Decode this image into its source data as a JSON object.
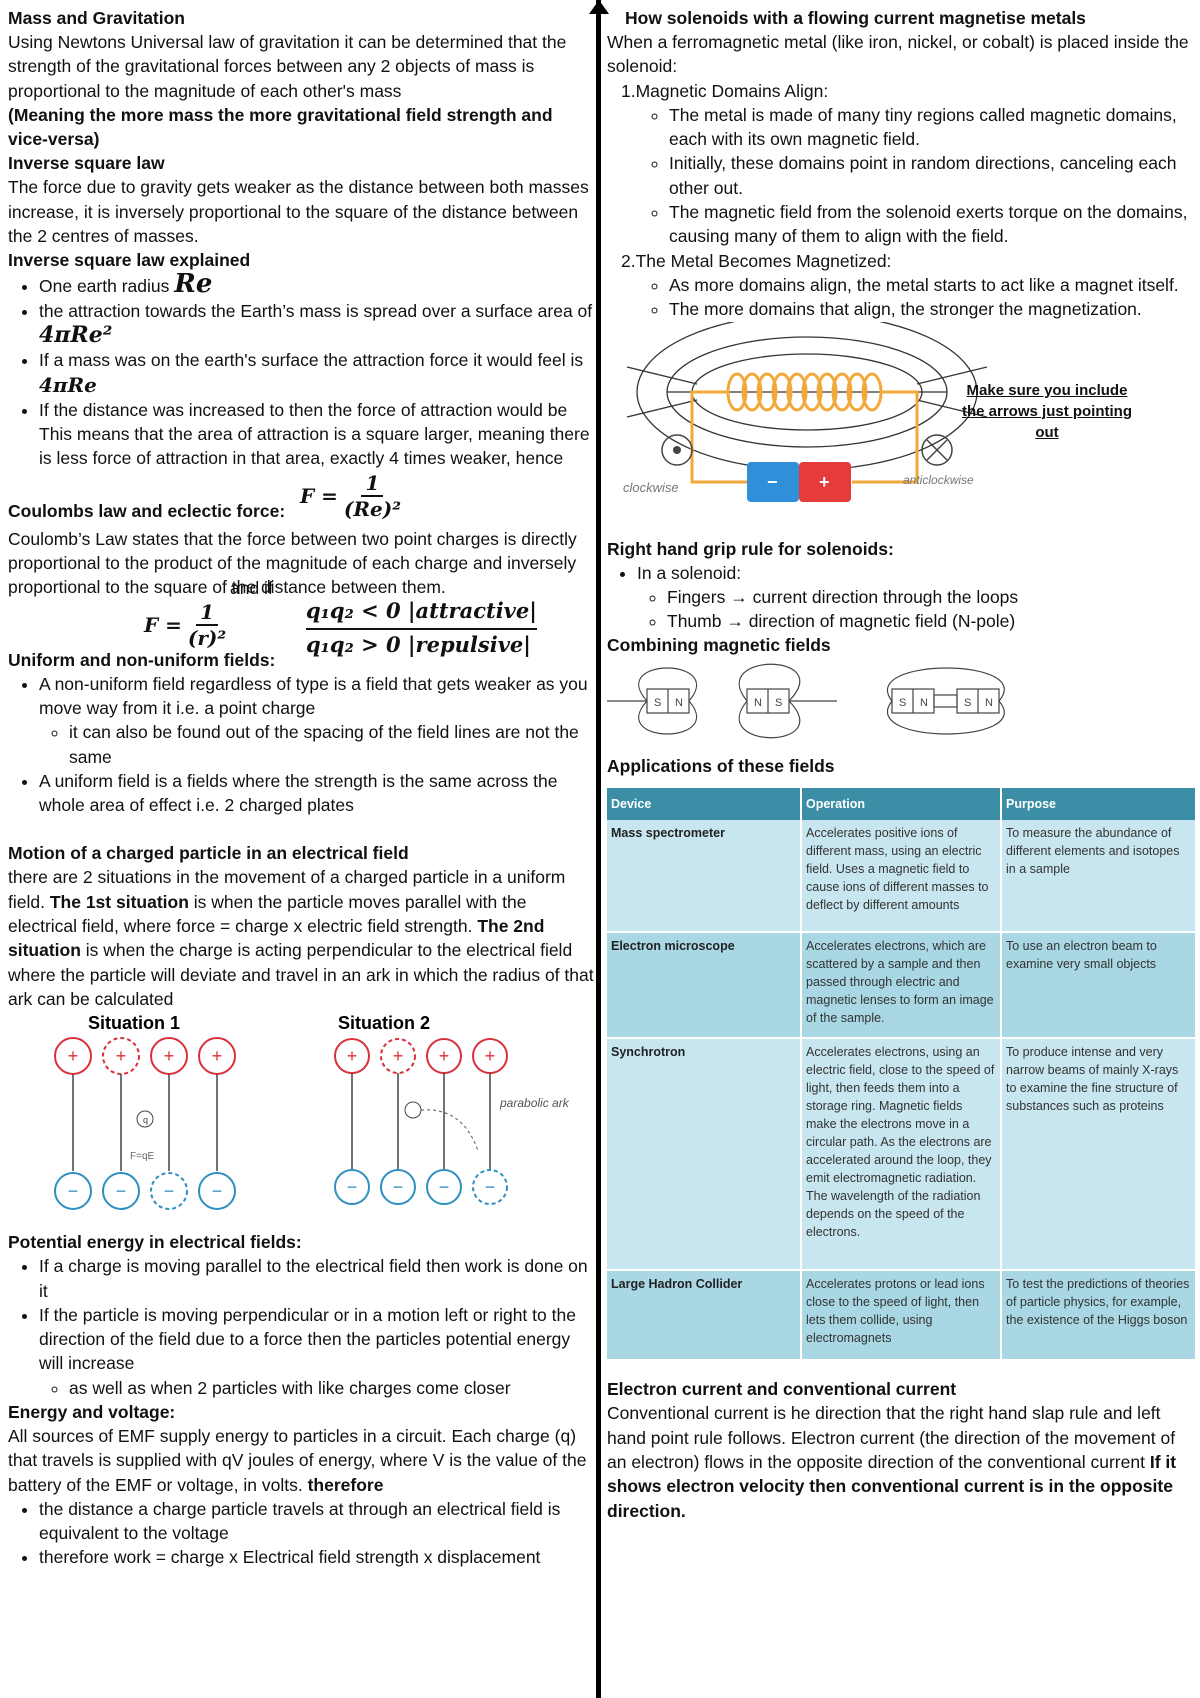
{
  "left": {
    "mass_heading": "Mass and Gravitation",
    "mass_text": "Using Newtons Universal law of gravitation it can be determined that the strength of the gravitational forces between any 2 objects of mass is proportional to the magnitude of each other's mass",
    "mass_bold": "(Meaning the more mass the more gravitational field strength and vice-versa)",
    "inverse_heading": "Inverse square law",
    "inverse_text": "The force due to gravity gets weaker as the distance between both masses increase, it is inversely proportional to the square of the distance between the 2 centres of masses.",
    "explained_heading": "Inverse square law explained",
    "explained_items": [
      "One earth radius",
      "the attraction towards the Earth’s mass is spread over a surface area of",
      "If a mass was on the earth's surface the attraction force it would feel is",
      "If the distance was increased to  then the force of attraction would be This means that the area of attraction is a square larger, meaning there is less force of attraction in that area, exactly 4 times weaker, hence"
    ],
    "math": {
      "re": "Re",
      "area": "4πRe²",
      "force": "4πRe",
      "F": "F =",
      "one": "1",
      "re_sq": "(Re)²",
      "r_sq": "(r)²",
      "attractive": "q₁q₂ < 0 |attractive|",
      "repulsive": "q₁q₂ > 0 |repulsive|"
    },
    "coulomb_heading": "Coulombs law and eclectic force:",
    "coulomb_text": "Coulomb’s Law states that the force between two point charges is directly proportional to the product of the magnitude of each charge and inversely proportional to the square of the distance between them.",
    "and_if": "and if",
    "uniform_heading": "Uniform and non-uniform fields:",
    "uniform_item1": "A non-uniform field regardless of type is a field that gets weaker as you move way from it i.e. a point charge",
    "uniform_sub": "it can also be found out of the spacing of the field lines are not the same",
    "uniform_item2": "A uniform field is a fields where the strength is the same across the whole area of effect i.e. 2 charged plates",
    "motion_heading": "Motion of a charged particle in an electrical field",
    "motion_text_1": "there are 2 situations in the movement of a charged particle in a uniform field.",
    "motion_bold_1": "The 1st situation",
    "motion_text_2": "is when the particle moves parallel with the electrical field, where force = charge x electric field strength.",
    "motion_bold_2": "The 2nd situation",
    "motion_text_3": "is when the charge is acting perpendicular to the electrical field where the particle will deviate and travel in an ark in which the radius of that ark can be calculated",
    "situation1": "Situation 1",
    "situation2": "Situation 2",
    "fig_labels": {
      "plus": "+",
      "minus": "−",
      "q": "q",
      "fqe": "F=qE",
      "parabolic": "parabolic ark"
    },
    "potential_heading": "Potential energy in electrical fields:",
    "potential_item1": "If a charge is moving parallel to the electrical field then work is done on it",
    "potential_item2": "If the particle is moving perpendicular or in a motion left or right to the direction of the field due to a force then the particles potential energy will increase",
    "potential_sub": "as well as when 2 particles with like charges come closer",
    "energy_heading": "Energy and voltage:",
    "energy_text": "All sources of EMF supply energy to particles in a circuit. Each charge (q) that travels is supplied with qV joules of energy, where V is the value of the battery of the EMF or voltage, in volts.",
    "energy_bold": "therefore",
    "energy_item1": "the distance a charge particle travels at through an electrical field is equivalent to the voltage",
    "energy_item2": "therefore work = charge x Electrical field strength x displacement"
  },
  "right": {
    "solenoid_heading": "How solenoids with a flowing current magnetise metals",
    "solenoid_intro": "When a ferromagnetic metal (like iron, nickel, or cobalt) is placed inside the solenoid:",
    "step1": "1.Magnetic Domains Align:",
    "step1_items": [
      "The metal is made of many tiny regions called magnetic domains, each with its own magnetic field.",
      "Initially, these domains point in random directions, canceling each other out.",
      "The magnetic field from the solenoid exerts torque on the domains, causing many of them to align with the field."
    ],
    "step2": "2.The Metal Becomes Magnetized:",
    "step2_items": [
      "As more domains align, the metal starts to act like a magnet itself.",
      "The more domains that align, the stronger the magnetization."
    ],
    "note": "Make sure you include the arrows just pointing out",
    "fig": {
      "clockwise": "clockwise",
      "anticlockwise": "anticlockwise",
      "minus": "−",
      "plus": "+"
    },
    "grip_heading": "Right hand grip rule for solenoids:",
    "grip_item": "In a solenoid:",
    "grip_sub": [
      "Fingers → current direction through the loops",
      "Thumb → direction of magnetic field (N-pole)"
    ],
    "combining_heading": "Combining magnetic fields",
    "magnet_labels": {
      "s": "S",
      "n": "N"
    },
    "applications_heading": "Applications of these fields",
    "table": {
      "headers": [
        "Device",
        "Operation",
        "Purpose"
      ],
      "rows": [
        [
          "Mass spectrometer",
          "Accelerates positive ions of different mass, using an electric field. Uses a magnetic field to cause ions of different masses to deflect by different amounts",
          "To measure the abundance of different elements and isotopes in a sample"
        ],
        [
          "Electron microscope",
          "Accelerates electrons, which are scattered by a sample and then passed through electric and magnetic lenses to form an image of the sample.",
          "To use an electron beam to examine very small objects"
        ],
        [
          "Synchrotron",
          "Accelerates electrons, using an electric field, close to the speed of light, then feeds them into a storage ring. Magnetic fields make the electrons move in a circular path. As the electrons are accelerated around the loop, they emit electromagnetic radiation. The wavelength of the radiation depends on the speed of the electrons.",
          "To produce intense and very narrow beams of mainly X-rays to examine the fine structure of substances such as proteins"
        ],
        [
          "Large Hadron Collider",
          "Accelerates protons or lead ions close to the speed of light, then lets them collide, using electromagnets",
          "To test the predictions of theories of particle physics, for example, the existence of the Higgs boson"
        ]
      ]
    },
    "electron_heading": "Electron current and conventional current",
    "electron_text": "Conventional current is he direction  that the right hand slap rule and left hand point rule follows. Electron current (the direction of the movement of an electron) flows in the opposite direction of the conventional current",
    "electron_bold": "If it shows electron velocity then conventional current is in the opposite direction."
  }
}
